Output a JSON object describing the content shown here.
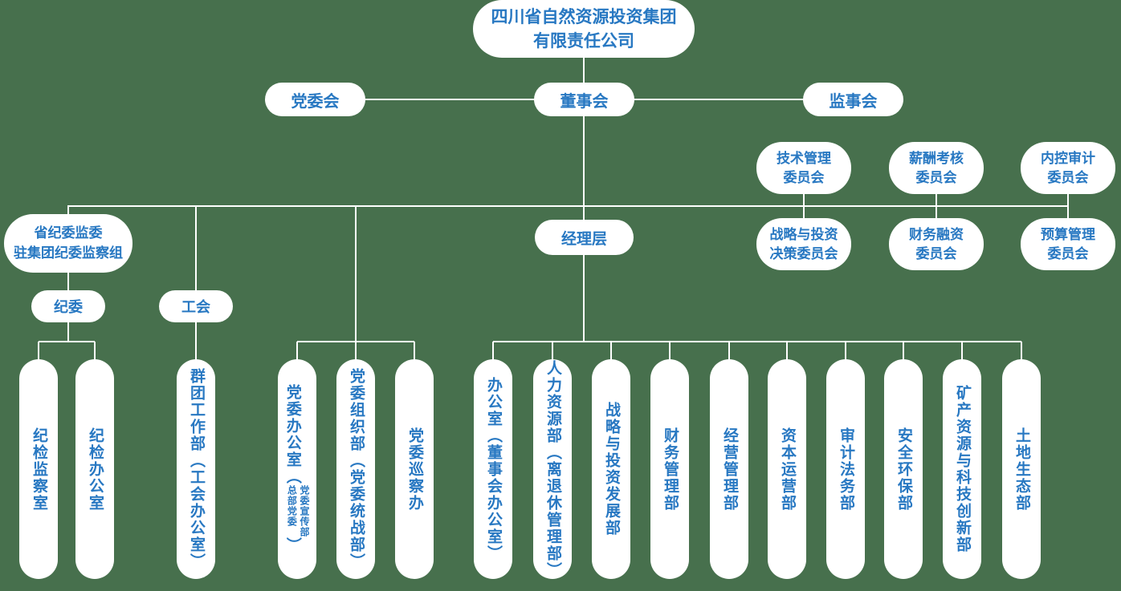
{
  "colors": {
    "background": "#47704d",
    "node_fill": "#ffffff",
    "text_blue": "#2878c2",
    "line": "#ffffff"
  },
  "root": {
    "lines": [
      "四川省自然资源投资集团",
      "有限责任公司"
    ]
  },
  "governance": {
    "party_committee": "党委会",
    "board_of_directors": "董事会",
    "supervisory_board": "监事会"
  },
  "board_committees_upper": [
    {
      "lines": [
        "技术管理",
        "委员会"
      ]
    },
    {
      "lines": [
        "薪酬考核",
        "委员会"
      ]
    },
    {
      "lines": [
        "内控审计",
        "委员会"
      ]
    }
  ],
  "board_committees_lower": [
    {
      "lines": [
        "战略与投资",
        "决策委员会"
      ]
    },
    {
      "lines": [
        "财务融资",
        "委员会"
      ]
    },
    {
      "lines": [
        "预算管理",
        "委员会"
      ]
    }
  ],
  "discipline_inspection_group": {
    "lines": [
      "省纪委监委",
      "驻集团纪委监察组"
    ]
  },
  "management_layer": {
    "label": "经理层"
  },
  "sub_orgs": {
    "discipline_committee": "纪委",
    "labor_union": "工会"
  },
  "departments": [
    {
      "label": "纪检监察室"
    },
    {
      "label": "纪检办公室"
    },
    {
      "label": "群团工作部（工会办公室）"
    },
    {
      "label": "党委办公室（",
      "sub": [
        "党委宣传部",
        "总部党委"
      ],
      "suffix": "）"
    },
    {
      "label": "党委组织部（党委统战部）"
    },
    {
      "label": "党委巡察办"
    },
    {
      "label": "办公室（董事会办公室）"
    },
    {
      "label": "人力资源部（离退休管理部）"
    },
    {
      "label": "战略与投资发展部"
    },
    {
      "label": "财务管理部"
    },
    {
      "label": "经营管理部"
    },
    {
      "label": "资本运营部"
    },
    {
      "label": "审计法务部"
    },
    {
      "label": "安全环保部"
    },
    {
      "label": "矿产资源与科技创新部"
    },
    {
      "label": "土地生态部"
    }
  ]
}
